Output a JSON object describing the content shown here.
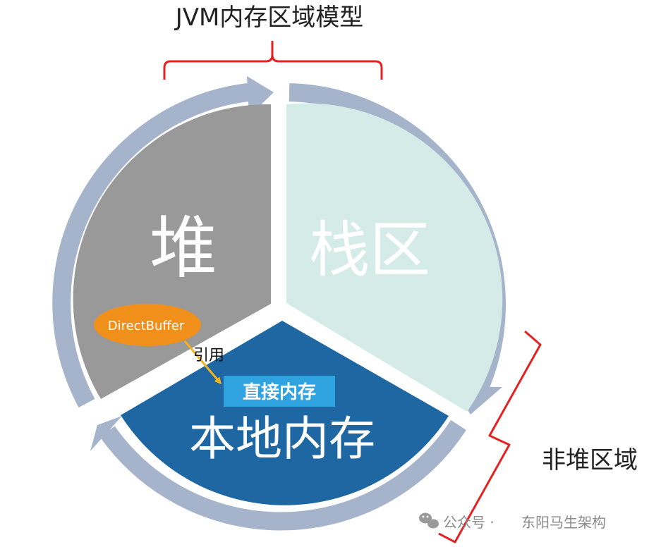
{
  "title": "JVM内存区域模型",
  "segments": {
    "heap": "堆",
    "stack": "栈区",
    "native": "本地内存"
  },
  "annotations": {
    "direct_buffer": "DirectBuffer",
    "reference": "引用",
    "direct_memory": "直接内存",
    "non_heap": "非堆区域"
  },
  "watermark": {
    "prefix": "公众号 · ",
    "source": "东阳马生架构"
  },
  "colors": {
    "heap": "#999999",
    "stack": "#d4ebe8",
    "native": "#1e67a2",
    "ring": "#a6b4cb",
    "bracket": "#e52222",
    "direct_buffer": "#f0901a",
    "direct_memory": "#2fa3df",
    "reference_arrow": "#f2b41b"
  }
}
